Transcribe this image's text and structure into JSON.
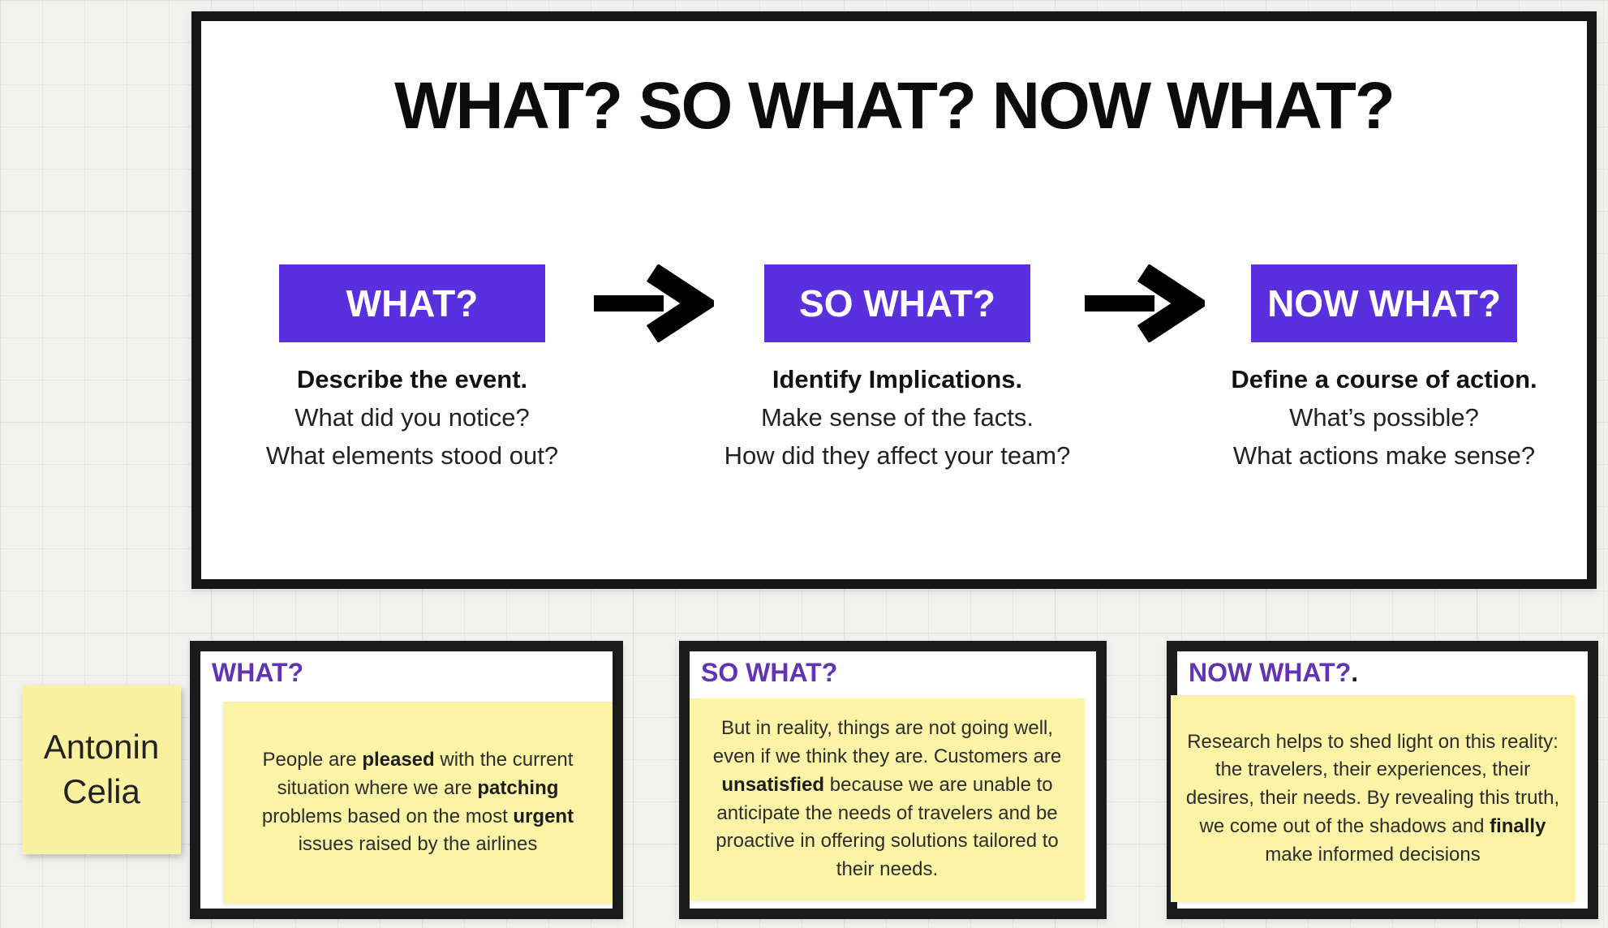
{
  "colors": {
    "box_purple": "#5a2fde",
    "heading_purple": "#6233b4",
    "note_yellow": "#fbf4a6",
    "author_yellow": "#faf1a0",
    "panel_border": "#1b1b1b",
    "canvas_bg": "#f1f1ef"
  },
  "framework": {
    "title": "WHAT? SO WHAT? NOW WHAT?",
    "steps": [
      {
        "label": "WHAT?",
        "heading": "Describe the event.",
        "lines": [
          "What did you notice?",
          "What elements stood out?"
        ]
      },
      {
        "label": "SO WHAT?",
        "heading": "Identify Implications.",
        "lines": [
          "Make sense of the facts.",
          "How did they affect your team?"
        ]
      },
      {
        "label": "NOW WHAT?",
        "heading": "Define a course of action.",
        "lines": [
          "What’s possible?",
          "What actions make sense?"
        ]
      }
    ]
  },
  "author_note": {
    "line1": "Antonin",
    "line2": "Celia"
  },
  "answer_panels": [
    {
      "heading": "WHAT?",
      "heading_suffix": "",
      "note_segments": [
        {
          "t": "People are "
        },
        {
          "t": "pleased",
          "b": true
        },
        {
          "t": " with the current situation where we are "
        },
        {
          "t": "patching",
          "b": true
        },
        {
          "t": " problems based on the most "
        },
        {
          "t": "urgent",
          "b": true
        },
        {
          "t": " issues raised by the airlines"
        }
      ]
    },
    {
      "heading": "SO WHAT?",
      "heading_suffix": "",
      "note_segments": [
        {
          "t": "But in reality, things are not going well, even if we think they are. Customers are "
        },
        {
          "t": "unsatisfied",
          "b": true
        },
        {
          "t": " because we are unable to anticipate the needs of travelers and be proactive in offering solutions tailored to their needs."
        }
      ]
    },
    {
      "heading": "NOW WHAT?",
      "heading_suffix": ".",
      "note_segments": [
        {
          "t": "Research helps to shed light on this reality: the travelers, their experiences, their desires, their needs. By revealing this truth, we come out of the shadows and "
        },
        {
          "t": "finally",
          "b": true
        },
        {
          "t": " make informed decisions"
        }
      ]
    }
  ]
}
